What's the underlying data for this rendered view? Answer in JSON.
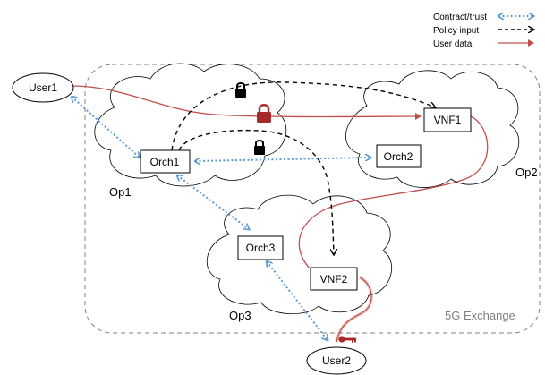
{
  "legend": {
    "contract_label": "Contract/trust",
    "policy_label": "Policy input",
    "userdata_label": "User data"
  },
  "nodes": {
    "user1": "User1",
    "user2": "User2",
    "orch1": "Orch1",
    "orch2": "Orch2",
    "orch3": "Orch3",
    "vnf1": "VNF1",
    "vnf2": "VNF2"
  },
  "regions": {
    "op1": "Op1",
    "op2": "Op2",
    "op3": "Op3",
    "exchange": "5G Exchange"
  },
  "colors": {
    "contract": "#5b9bd5",
    "policy": "#000000",
    "userdata": "#c0504d",
    "lock_dark": "#000000",
    "lock_red": "#a52a2a",
    "exchange_border": "#7f7f7f"
  },
  "icons": [
    "lock-icon",
    "key-icon"
  ]
}
